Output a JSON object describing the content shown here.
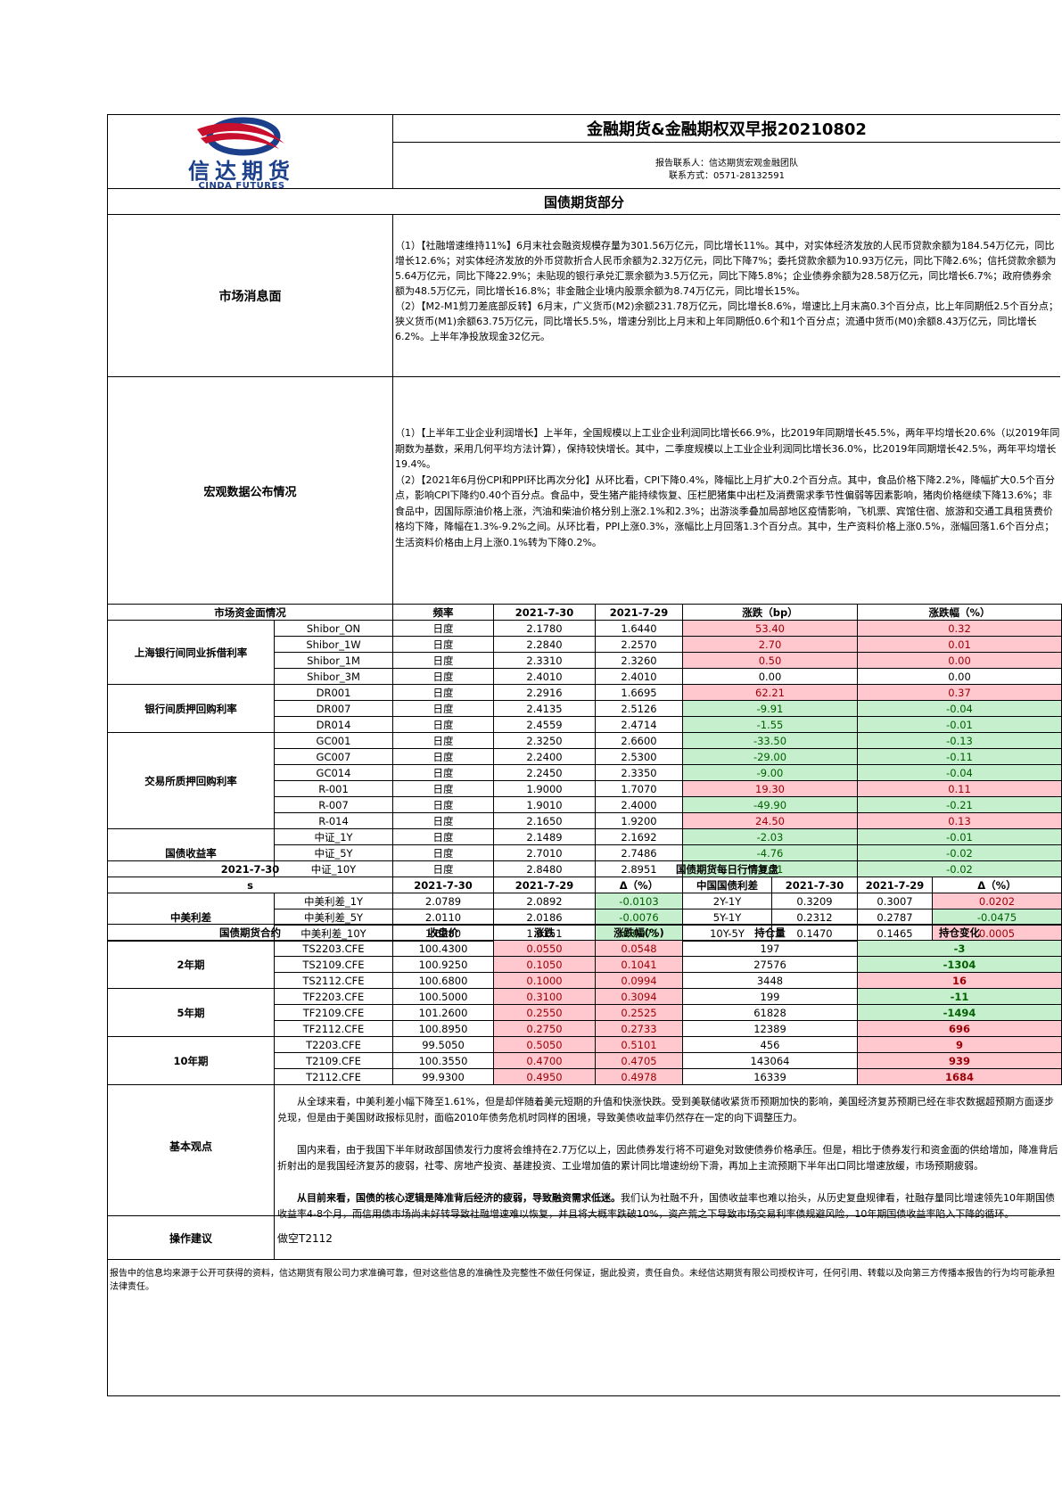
{
  "header": {
    "logo_cn": "信达期货",
    "logo_en": "CINDA FUTURES",
    "title": "金融期货&金融期权双早报20210802",
    "contact_person": "报告联系人：信达期货宏观金融团队",
    "contact_phone": "联系方式：0571-28132591"
  },
  "section_title": "国债期货部分",
  "market_news": {
    "label": "市场消息面",
    "text": "（1）【社融增速维持11%】6月末社会融资规模存量为301.56万亿元，同比增长11%。其中，对实体经济发放的人民币贷款余额为184.54万亿元，同比增长12.6%；对实体经济发放的外币贷款折合人民币余额为2.32万亿元，同比下降7%；委托贷款余额为10.93万亿元，同比下降2.6%；信托贷款余额为5.64万亿元，同比下降22.9%；未贴现的银行承兑汇票余额为3.5万亿元，同比下降5.8%；企业债券余额为28.58万亿元，同比增长6.7%；政府债券余额为48.5万亿元，同比增长16.8%；非金融企业境内股票余额为8.74万亿元，同比增长15%。\n（2）【M2-M1剪刀差底部反转】6月末，广义货币(M2)余额231.78万亿元，同比增长8.6%，增速比上月末高0.3个百分点，比上年同期低2.5个百分点；狭义货币(M1)余额63.75万亿元，同比增长5.5%，增速分别比上月末和上年同期低0.6个和1个百分点；流通中货币(M0)余额8.43万亿元，同比增长6.2%。上半年净投放现金32亿元。"
  },
  "macro_data": {
    "label": "宏观数据公布情况",
    "text": "（1）【上半年工业企业利润增长】上半年，全国规模以上工业企业利润同比增长66.9%，比2019年同期增长45.5%，两年平均增长20.6%（以2019年同期数为基数，采用几何平均方法计算），保持较快增长。其中，二季度规模以上工业企业利润同比增长36.0%，比2019年同期增长42.5%，两年平均增长19.4%。\n（2）【2021年6月份CPI和PPI环比再次分化】从环比看，CPI下降0.4%，降幅比上月扩大0.2个百分点。其中，食品价格下降2.2%，降幅扩大0.5个百分点，影响CPI下降约0.40个百分点。食品中，受生猪产能持续恢复、压栏肥猪集中出栏及消费需求季节性偏弱等因素影响，猪肉价格继续下降13.6%；非食品中，因国际原油价格上涨，汽油和柴油价格分别上涨2.1%和2.3%；出游淡季叠加局部地区疫情影响，飞机票、宾馆住宿、旅游和交通工具租赁费价格均下降，降幅在1.3%-9.2%之间。从环比看，PPI上涨0.3%，涨幅比上月回落1.3个百分点。其中，生产资料价格上涨0.5%，涨幅回落1.6个百分点；生活资料价格由上月上涨0.1%转为下降0.2%。"
  },
  "money_market": {
    "headers": [
      "市场资金面情况",
      "频率",
      "2021-7-30",
      "2021-7-29",
      "涨跌（bp）",
      "涨跌幅（%）"
    ],
    "groups": [
      {
        "name": "上海银行间同业拆借利率",
        "rows": [
          {
            "item": "Shibor_ON",
            "freq": "日度",
            "v1": "2.1780",
            "v2": "1.6440",
            "chg": "53.40",
            "pct": "0.32",
            "sign": "up"
          },
          {
            "item": "Shibor_1W",
            "freq": "日度",
            "v1": "2.2840",
            "v2": "2.2570",
            "chg": "2.70",
            "pct": "0.01",
            "sign": "up"
          },
          {
            "item": "Shibor_1M",
            "freq": "日度",
            "v1": "2.3310",
            "v2": "2.3260",
            "chg": "0.50",
            "pct": "0.00",
            "sign": "up"
          },
          {
            "item": "Shibor_3M",
            "freq": "日度",
            "v1": "2.4010",
            "v2": "2.4010",
            "chg": "0.00",
            "pct": "0.00",
            "sign": "flat"
          }
        ]
      },
      {
        "name": "银行间质押回购利率",
        "rows": [
          {
            "item": "DR001",
            "freq": "日度",
            "v1": "2.2916",
            "v2": "1.6695",
            "chg": "62.21",
            "pct": "0.37",
            "sign": "up"
          },
          {
            "item": "DR007",
            "freq": "日度",
            "v1": "2.4135",
            "v2": "2.5126",
            "chg": "-9.91",
            "pct": "-0.04",
            "sign": "down"
          },
          {
            "item": "DR014",
            "freq": "日度",
            "v1": "2.4559",
            "v2": "2.4714",
            "chg": "-1.55",
            "pct": "-0.01",
            "sign": "down"
          }
        ]
      },
      {
        "name": "交易所质押回购利率",
        "rows": [
          {
            "item": "GC001",
            "freq": "日度",
            "v1": "2.3250",
            "v2": "2.6600",
            "chg": "-33.50",
            "pct": "-0.13",
            "sign": "down"
          },
          {
            "item": "GC007",
            "freq": "日度",
            "v1": "2.2400",
            "v2": "2.5300",
            "chg": "-29.00",
            "pct": "-0.11",
            "sign": "down"
          },
          {
            "item": "GC014",
            "freq": "日度",
            "v1": "2.2450",
            "v2": "2.3350",
            "chg": "-9.00",
            "pct": "-0.04",
            "sign": "down"
          },
          {
            "item": "R-001",
            "freq": "日度",
            "v1": "1.9000",
            "v2": "1.7070",
            "chg": "19.30",
            "pct": "0.11",
            "sign": "up"
          },
          {
            "item": "R-007",
            "freq": "日度",
            "v1": "1.9010",
            "v2": "2.4000",
            "chg": "-49.90",
            "pct": "-0.21",
            "sign": "down"
          },
          {
            "item": "R-014",
            "freq": "日度",
            "v1": "2.1650",
            "v2": "1.9200",
            "chg": "24.50",
            "pct": "0.13",
            "sign": "up"
          }
        ]
      },
      {
        "name": "国债收益率",
        "rows": [
          {
            "item": "中证_1Y",
            "freq": "日度",
            "v1": "2.1489",
            "v2": "2.1692",
            "chg": "-2.03",
            "pct": "-0.01",
            "sign": "down"
          },
          {
            "item": "中证_5Y",
            "freq": "日度",
            "v1": "2.7010",
            "v2": "2.7486",
            "chg": "-4.76",
            "pct": "-0.02",
            "sign": "down"
          },
          {
            "item": "中证_10Y",
            "freq": "日度",
            "v1": "2.8480",
            "v2": "2.8951",
            "chg": "-4.71",
            "pct": "-0.02",
            "sign": "down"
          }
        ]
      }
    ]
  },
  "futures_review": {
    "date": "2021-7-30",
    "s": "s",
    "title": "国债期货每日行情复盘",
    "spread_headers": [
      "2021-7-30",
      "2021-7-29",
      "Δ（%）",
      "中国国债利差",
      "2021-7-30",
      "2021-7-29",
      "Δ（%）"
    ],
    "spread_label": "中美利差",
    "spreads": [
      {
        "item": "中美利差_1Y",
        "v1": "2.0789",
        "v2": "2.0892",
        "d": "-0.0103",
        "sign": "down",
        "cn_item": "2Y-1Y",
        "c1": "0.3209",
        "c2": "0.3007",
        "cd": "0.0202",
        "csign": "up"
      },
      {
        "item": "中美利差_5Y",
        "v1": "2.0110",
        "v2": "2.0186",
        "d": "-0.0076",
        "sign": "down",
        "cn_item": "5Y-1Y",
        "c1": "0.2312",
        "c2": "0.2787",
        "cd": "-0.0475",
        "csign": "down"
      },
      {
        "item": "中美利差_10Y",
        "v1": "1.6080",
        "v2": "1.6151",
        "d": "-0.0071",
        "sign": "down",
        "cn_item": "10Y-5Y",
        "c1": "0.1470",
        "c2": "0.1465",
        "cd": "0.0005",
        "csign": "up"
      }
    ]
  },
  "contracts": {
    "headers": [
      "国债期货合约",
      "收盘价",
      "涨跌",
      "涨跌幅(%)",
      "持仓量",
      "持仓变化"
    ],
    "groups": [
      {
        "name": "2年期",
        "rows": [
          {
            "code": "TS2203.CFE",
            "close": "100.4300",
            "chg": "0.0550",
            "pct": "0.0548",
            "oi": "197",
            "oi_chg": "-3",
            "oi_sign": "down"
          },
          {
            "code": "TS2109.CFE",
            "close": "100.9250",
            "chg": "0.1050",
            "pct": "0.1041",
            "oi": "27576",
            "oi_chg": "-1304",
            "oi_sign": "down"
          },
          {
            "code": "TS2112.CFE",
            "close": "100.6800",
            "chg": "0.1000",
            "pct": "0.0994",
            "oi": "3448",
            "oi_chg": "16",
            "oi_sign": "up"
          }
        ]
      },
      {
        "name": "5年期",
        "rows": [
          {
            "code": "TF2203.CFE",
            "close": "100.5000",
            "chg": "0.3100",
            "pct": "0.3094",
            "oi": "199",
            "oi_chg": "-11",
            "oi_sign": "down"
          },
          {
            "code": "TF2109.CFE",
            "close": "101.2600",
            "chg": "0.2550",
            "pct": "0.2525",
            "oi": "61828",
            "oi_chg": "-1494",
            "oi_sign": "down"
          },
          {
            "code": "TF2112.CFE",
            "close": "100.8950",
            "chg": "0.2750",
            "pct": "0.2733",
            "oi": "12389",
            "oi_chg": "696",
            "oi_sign": "up"
          }
        ]
      },
      {
        "name": "10年期",
        "rows": [
          {
            "code": "T2203.CFE",
            "close": "99.5050",
            "chg": "0.5050",
            "pct": "0.5101",
            "oi": "456",
            "oi_chg": "9",
            "oi_sign": "up"
          },
          {
            "code": "T2109.CFE",
            "close": "100.3550",
            "chg": "0.4700",
            "pct": "0.4705",
            "oi": "143064",
            "oi_chg": "939",
            "oi_sign": "up"
          },
          {
            "code": "T2112.CFE",
            "close": "99.9300",
            "chg": "0.4950",
            "pct": "0.4978",
            "oi": "16339",
            "oi_chg": "1684",
            "oi_sign": "up"
          }
        ]
      }
    ]
  },
  "basic_view": {
    "label": "基本观点",
    "p1": "　　从全球来看，中美利差小幅下降至1.61%，但是却伴随着美元短期的升值和快涨快跌。受到美联储收紧货币预期加快的影响，美国经济复苏预期已经在非农数据超预期方面逐步兑现，但是由于美国财政报标见肘，面临2010年债务危机时同样的困境，导致美债收益率仍然存在一定的向下调整压力。",
    "p2": "　　国内来看，由于我国下半年财政部国债发行力度将会维持在2.7万亿以上，因此债券发行将不可避免对致使债券价格承压。但是，相比于债券发行和资金面的供给增加，降准背后折射出的是我国经济复苏的疲弱，社零、房地产投资、基建投资、工业增加值的累计同比增速纷纷下滑，再加上主流预期下半年出口同比增速放缓，市场预期疲弱。",
    "p3_bold": "　　从目前来看，国债的核心逻辑是降准背后经济的疲弱，导致融资需求低迷。",
    "p3_rest": "我们认为社融不升，国债收益率也难以抬头，从历史复盘规律看，社融存量同比增速领先10年期国债收益率4-8个月，而信用债市场尚未好转导致社融增速难以恢复，并且将大概率跌破10%，资产荒之下导致市场交易利率债规避风险，10年期国债收益率陷入下降的循环。"
  },
  "operation": {
    "label": "操作建议",
    "text": "做空T2112"
  },
  "disclaimer": "报告中的信息均来源于公开可获得的资料，信达期货有限公司力求准确可靠，但对这些信息的准确性及完整性不做任何保证，据此投资，责任自负。未经信达期货有限公司授权许可，任何引用、转载以及向第三方传播本报告的行为均可能承担法律责任。",
  "colors": {
    "up_bg": "#ffc7ce",
    "up_fg": "#9c0006",
    "down_bg": "#c6efce",
    "down_fg": "#006100",
    "logo_red": "#c8102e",
    "logo_blue": "#1b3f8b"
  }
}
